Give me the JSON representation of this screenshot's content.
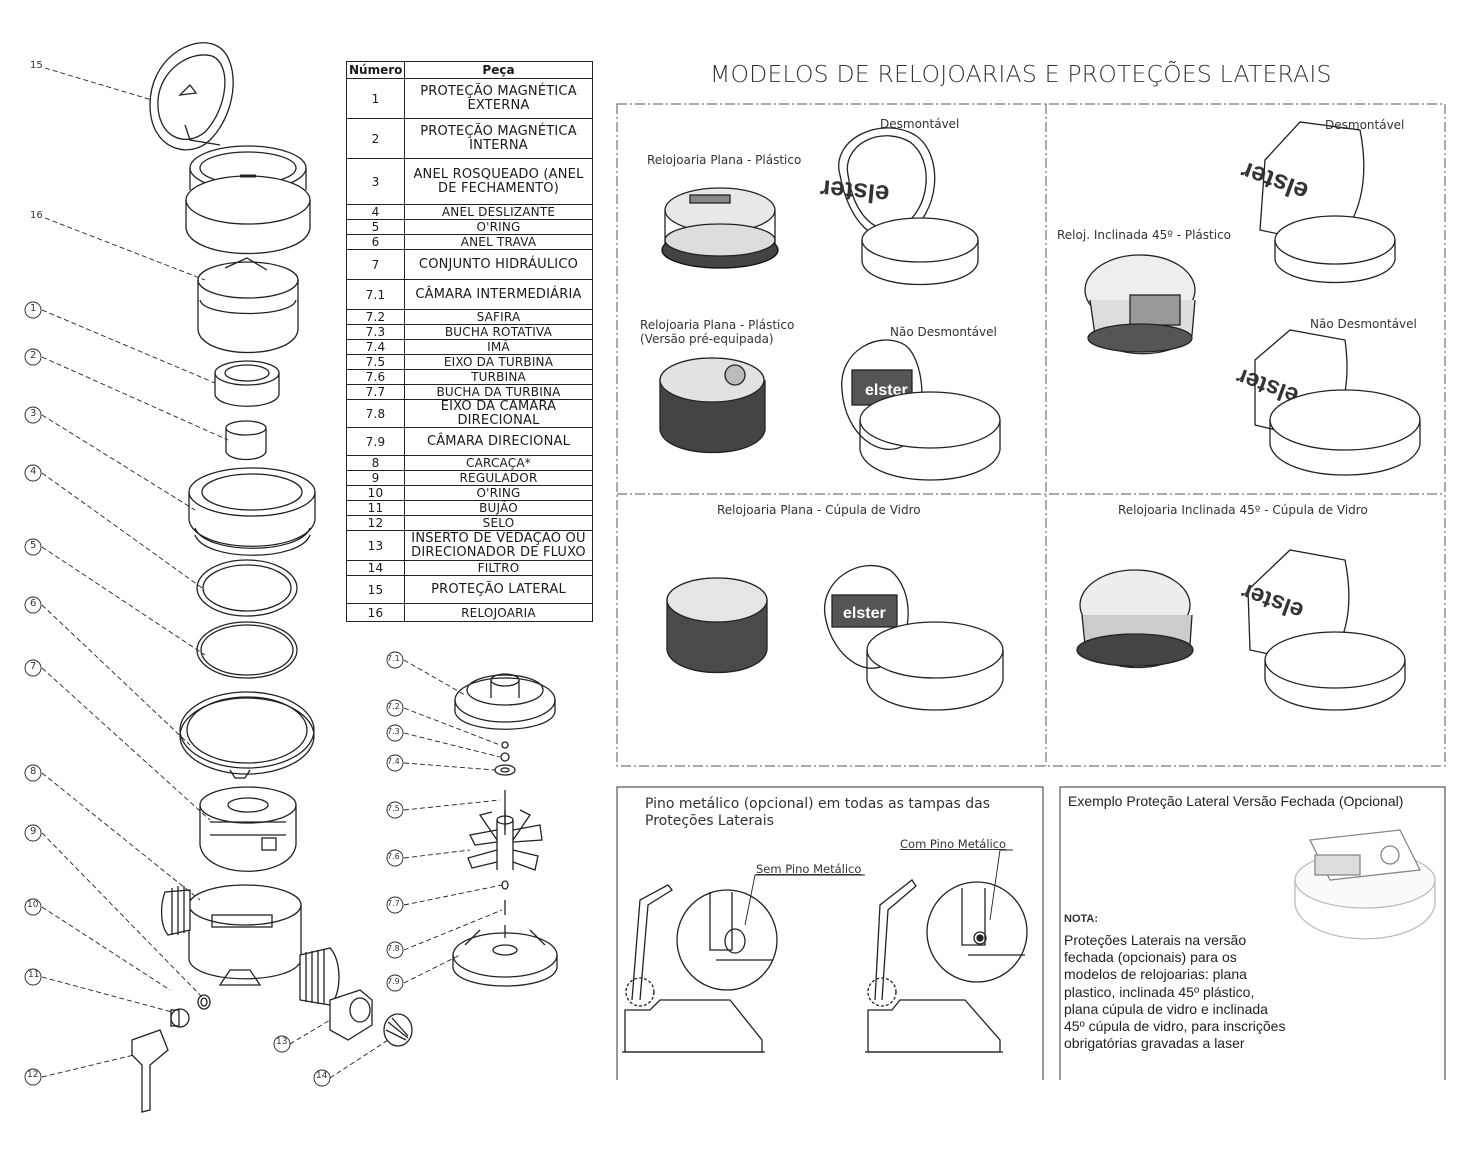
{
  "title": "MODELOS DE RELOJOARIAS E PROTEÇÕES LATERAIS",
  "table": {
    "headers": [
      "Número",
      "Peça"
    ],
    "rows": [
      {
        "num": "1",
        "name": "PROTEÇÃO MAGNÉTICA EXTERNA",
        "h": 40
      },
      {
        "num": "2",
        "name": "PROTEÇÃO MAGNÉTICA INTERNA",
        "h": 40
      },
      {
        "num": "3",
        "name": "ANEL ROSQUEADO (ANEL DE FECHAMENTO)",
        "h": 46
      },
      {
        "num": "4",
        "name": "ANEL DESLIZANTE",
        "h": 15
      },
      {
        "num": "5",
        "name": "O'RING",
        "h": 15
      },
      {
        "num": "6",
        "name": "ANEL TRAVA",
        "h": 15
      },
      {
        "num": "7",
        "name": "CONJUNTO HIDRÁULICO",
        "h": 30
      },
      {
        "num": "7.1",
        "name": "CÂMARA INTERMEDIÁRIA",
        "h": 30
      },
      {
        "num": "7.2",
        "name": "SAFIRA",
        "h": 15
      },
      {
        "num": "7.3",
        "name": "BUCHA ROTATIVA",
        "h": 15
      },
      {
        "num": "7.4",
        "name": "IMÃ",
        "h": 15
      },
      {
        "num": "7.5",
        "name": "EIXO DA TURBINA",
        "h": 15
      },
      {
        "num": "7.6",
        "name": "TURBINA",
        "h": 15
      },
      {
        "num": "7.7",
        "name": "BUCHA DA TURBINA",
        "h": 15
      },
      {
        "num": "7.8",
        "name": "EIXO DA CÂMARA DIRECIONAL",
        "h": 25
      },
      {
        "num": "7.9",
        "name": "CÂMARA DIRECIONAL",
        "h": 28
      },
      {
        "num": "8",
        "name": "CARCAÇA*",
        "h": 15
      },
      {
        "num": "9",
        "name": "REGULADOR",
        "h": 15
      },
      {
        "num": "10",
        "name": "O'RING",
        "h": 15
      },
      {
        "num": "11",
        "name": "BUJÃO",
        "h": 15
      },
      {
        "num": "12",
        "name": "SELO",
        "h": 15
      },
      {
        "num": "13",
        "name": "INSERTO DE VEDAÇÃO OU DIRECIONADOR DE FLUXO",
        "h": 30
      },
      {
        "num": "14",
        "name": "FILTRO",
        "h": 15
      },
      {
        "num": "15",
        "name": "PROTEÇÃO LATERAL",
        "h": 28
      },
      {
        "num": "16",
        "name": "RELOJOARIA",
        "h": 18
      }
    ]
  },
  "callouts": {
    "c15": "15",
    "c16": "16",
    "c1": "1",
    "c2": "2",
    "c3": "3",
    "c4": "4",
    "c5": "5",
    "c6": "6",
    "c7": "7",
    "c8": "8",
    "c9": "9",
    "c10": "10",
    "c11": "11",
    "c12": "12",
    "c13": "13",
    "c14": "14",
    "c71": "7.1",
    "c72": "7.2",
    "c73": "7.3",
    "c74": "7.4",
    "c75": "7.5",
    "c76": "7.6",
    "c77": "7.7",
    "c78": "7.8",
    "c79": "7.9"
  },
  "models": {
    "q1_left": "Relojoaria Plana - Plástico",
    "q1_top": "Desmontável",
    "q1_left2_line1": "Relojoaria Plana - Plástico",
    "q1_left2_line2": "(Versão pré-equipada)",
    "q1_bottom": "Não Desmontável",
    "q2_top": "Desmontável",
    "q2_left": "Reloj. Inclinada 45º - Plástico",
    "q2_bottom": "Não Desmontável",
    "q3": "Relojoaria Plana - Cúpula de Vidro",
    "q4": "Relojoaria Inclinada 45º - Cúpula de Vidro",
    "brand": "elster"
  },
  "pin_panel": {
    "line1": "Pino metálico (opcional) em todas as tampas das",
    "line2": "Proteções Laterais",
    "without": "Sem Pino Metálico",
    "with": "Com Pino Metálico"
  },
  "closed_panel": {
    "title": "Exemplo Proteção Lateral Versão Fechada (Opcional)",
    "nota": "NOTA:",
    "lines": [
      "Proteções Laterais na versão",
      "fechada (opcionais) para os",
      "modelos de relojoarias: plana",
      "plastico, inclinada 45º plástico,",
      "plana cúpula de vidro e inclinada",
      "45º cúpula de vidro, para inscrições",
      "obrigatórias gravadas a laser"
    ]
  }
}
